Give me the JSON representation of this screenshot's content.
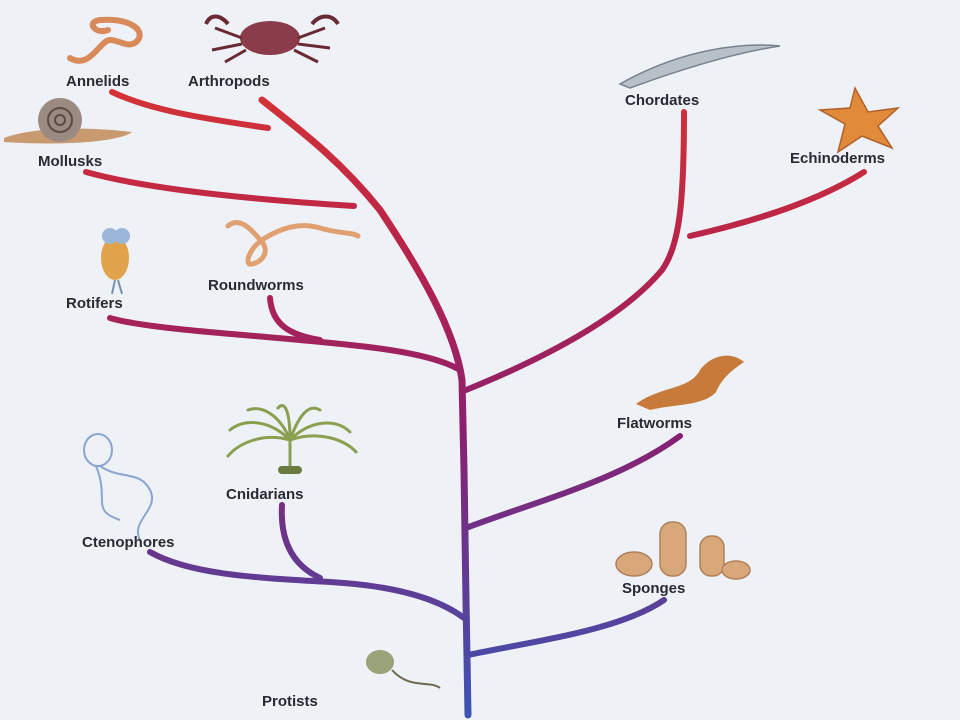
{
  "labels": {
    "annelids": "Annelids",
    "arthropods": "Arthropods",
    "mollusks": "Mollusks",
    "rotifers": "Rotifers",
    "roundworms": "Roundworms",
    "cnidarians": "Cnidarians",
    "ctenophores": "Ctenophores",
    "protists": "Protists",
    "chordates": "Chordates",
    "echinoderms": "Echinoderms",
    "flatworms": "Flatworms",
    "sponges": "Sponges"
  },
  "colors": {
    "background": "#eef1f6",
    "branch_top": "#e03a2e",
    "branch_mid": "#a0205a",
    "branch_bottom": "#3a52b0"
  },
  "icons": {
    "annelids": "worm-icon",
    "arthropods": "crab-icon",
    "mollusks": "snail-icon",
    "rotifers": "rotifer-icon",
    "roundworms": "roundworm-icon",
    "cnidarians": "sea-anemone-icon",
    "ctenophores": "comb-jelly-icon",
    "protists": "protist-icon",
    "chordates": "lancelet-icon",
    "echinoderms": "starfish-icon",
    "flatworms": "flatworm-icon",
    "sponges": "sponge-icon"
  }
}
